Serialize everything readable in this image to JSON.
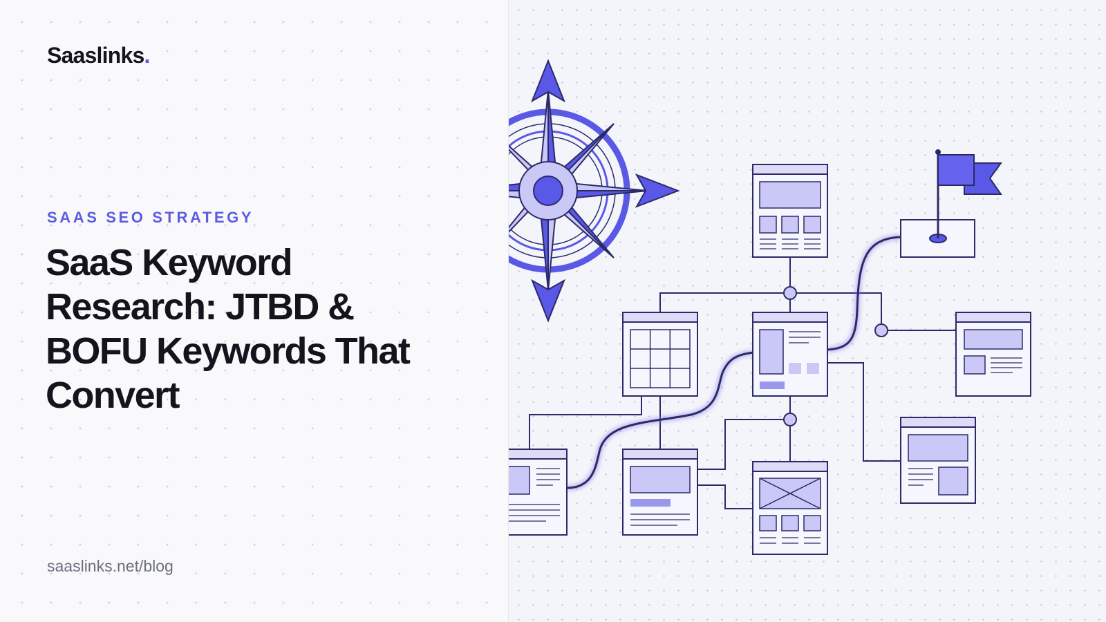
{
  "brand": {
    "name": "Saaslinks",
    "dot": "."
  },
  "category": "SAAS SEO STRATEGY",
  "title": "SaaS Keyword Research: JTBD & BOFU Keywords That Convert",
  "url": "saaslinks.net/blog",
  "colors": {
    "accent": "#5a58e6",
    "ink": "#14141d",
    "line": "#2b2a66",
    "fill": "#c9c8f6",
    "card": "#f6f6ff",
    "muted": "#6c6f7e"
  },
  "illustration": {
    "icons": [
      "compass-rose-icon",
      "flag-icon"
    ],
    "subject": "site-architecture-flow"
  }
}
